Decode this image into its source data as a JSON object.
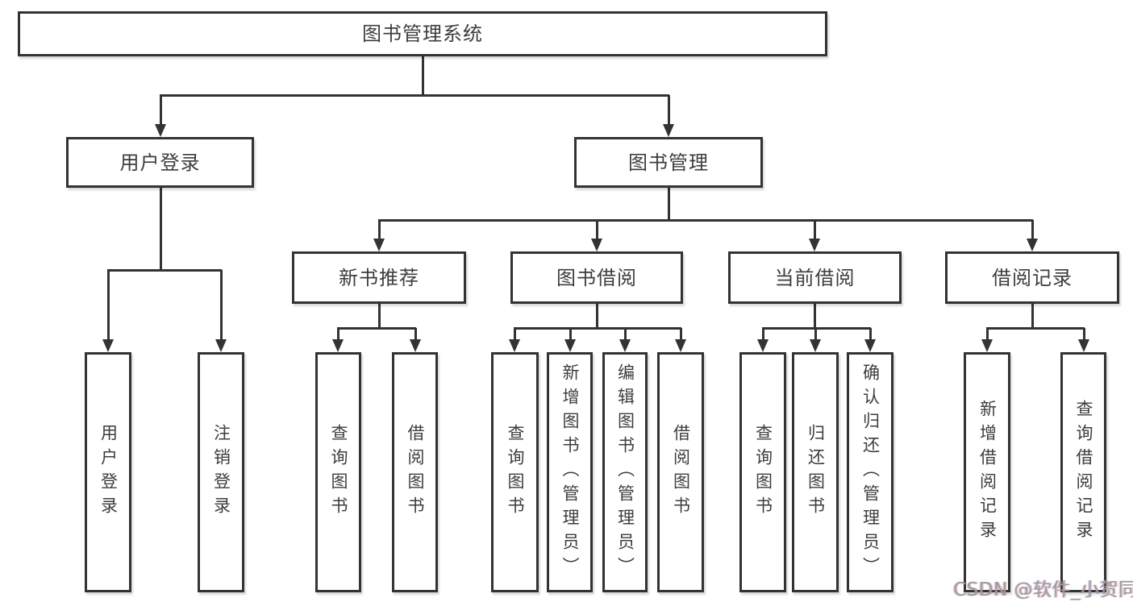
{
  "diagram": {
    "root": {
      "label": "图书管理系统"
    },
    "level2": {
      "user_login": {
        "label": "用户登录"
      },
      "book_management": {
        "label": "图书管理"
      }
    },
    "level3": {
      "new_book_recommend": {
        "label": "新书推荐"
      },
      "book_borrow": {
        "label": "图书借阅"
      },
      "current_borrow": {
        "label": "当前借阅"
      },
      "borrow_records": {
        "label": "借阅记录"
      }
    },
    "leaves": {
      "user_login_children": [
        "用户登录",
        "注销登录"
      ],
      "new_book_recommend_children": [
        "查询图书",
        "借阅图书"
      ],
      "book_borrow_children": [
        "查询图书",
        "新增图书（管理员）",
        "编辑图书（管理员）",
        "借阅图书"
      ],
      "current_borrow_children": [
        "查询图书",
        "归还图书",
        "确认归还（管理员）"
      ],
      "borrow_records_children": [
        "新增借阅记录",
        "查询借阅记录"
      ]
    },
    "colors": {
      "line": "#333333",
      "text": "#3d3d3d",
      "background": "#ffffff",
      "watermark": "#9d9d9d"
    }
  },
  "watermark": {
    "text": "CSDN @软件_小贺同学"
  }
}
